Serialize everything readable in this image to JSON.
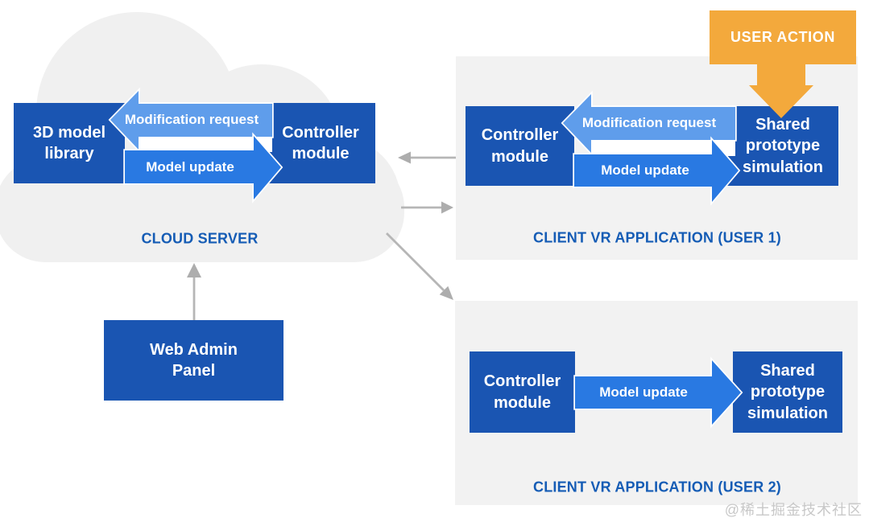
{
  "cloud_server": {
    "caption": "CLOUD SERVER",
    "model_library_box": "3D model library",
    "controller_box": "Controller module",
    "modification_request_arrow": "Modification request",
    "model_update_arrow": "Model update"
  },
  "client_user1": {
    "caption": "CLIENT VR APPLICATION (USER 1)",
    "controller_box": "Controller module",
    "shared_box": "Shared prototype simulation",
    "modification_request_arrow": "Modification request",
    "model_update_arrow": "Model update",
    "user_action_label": "USER ACTION"
  },
  "client_user2": {
    "caption": "CLIENT VR APPLICATION (USER 2)",
    "controller_box": "Controller module",
    "shared_box": "Shared prototype simulation",
    "model_update_arrow": "Model update"
  },
  "web_admin_panel": {
    "label": "Web Admin Panel"
  },
  "watermark": {
    "text": "@稀土掘金技术社区"
  },
  "colors": {
    "box_blue": "#1A55B2",
    "arrow_light_blue": "#5F9DEB",
    "arrow_blue": "#2979E2",
    "user_action_orange": "#F3A93C",
    "caption_blue": "#155CB5",
    "panel_gray": "#F2F2F2",
    "cloud_gray": "#F0F0F0",
    "connector_gray": "#B6B6B6",
    "watermark_gray": "#C8C8C8"
  }
}
